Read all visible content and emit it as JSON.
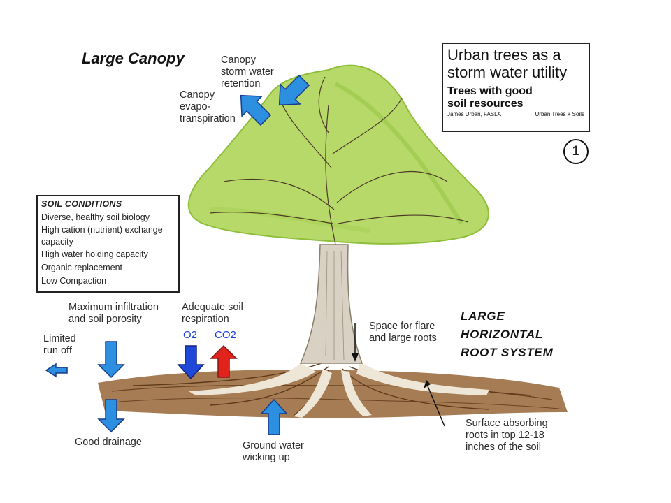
{
  "title_box": {
    "main": "Urban trees as a\nstorm water utility",
    "sub": "Trees with good\nsoil resources",
    "author": "James Urban, FASLA",
    "org": "Urban Trees + Soils"
  },
  "badge": "1",
  "large_canopy": "Large Canopy",
  "canopy_retention": "Canopy\nstorm water\nretention",
  "canopy_evapo": "Canopy\nevapo-\ntranspiration",
  "soil_conditions": {
    "heading": "SOIL CONDITIONS",
    "items": [
      "Diverse, healthy soil biology",
      "High cation (nutrient) exchange capacity",
      "High water holding capacity",
      "Organic replacement",
      "Low Compaction"
    ]
  },
  "infiltration": "Maximum infiltration\nand soil porosity",
  "respiration": "Adequate soil\nrespiration",
  "o2": "O2",
  "co2": "CO2",
  "runoff": "Limited\nrun off",
  "flare": "Space for flare\nand large roots",
  "root_system": "LARGE\nHORIZONTAL\nROOT SYSTEM",
  "drainage": "Good drainage",
  "groundwater": "Ground water\nwicking up",
  "surface_roots": "Surface absorbing\nroots in top 12-18\ninches of the soil",
  "colors": {
    "canopy": "#b7d96a",
    "canopy_dark": "#8fbf3a",
    "soil": "#9a6a3e",
    "trunk": "#d9d2c4",
    "arrow_blue": "#2d8fe0",
    "arrow_dark_blue": "#1f47d8",
    "arrow_red": "#e0241b"
  }
}
